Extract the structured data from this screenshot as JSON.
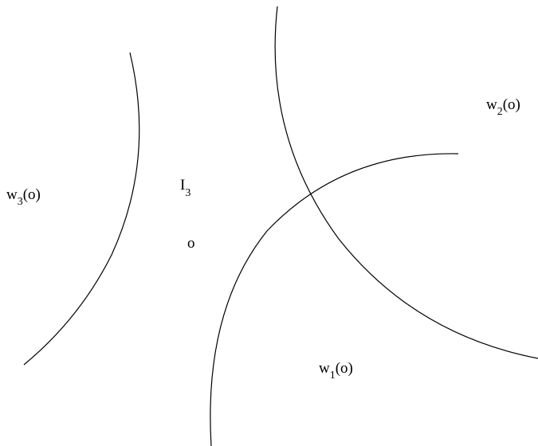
{
  "labels": {
    "w1": {
      "base": "w",
      "sub": "1",
      "arg": "(o)"
    },
    "w2": {
      "base": "w",
      "sub": "2",
      "arg": "(o)"
    },
    "w3": {
      "base": "w",
      "sub": "3",
      "arg": "(o)"
    },
    "i3": {
      "base": "I",
      "sub": "3"
    },
    "origin": "o"
  },
  "colors": {
    "stroke": "#000000",
    "background": "#ffffff"
  }
}
